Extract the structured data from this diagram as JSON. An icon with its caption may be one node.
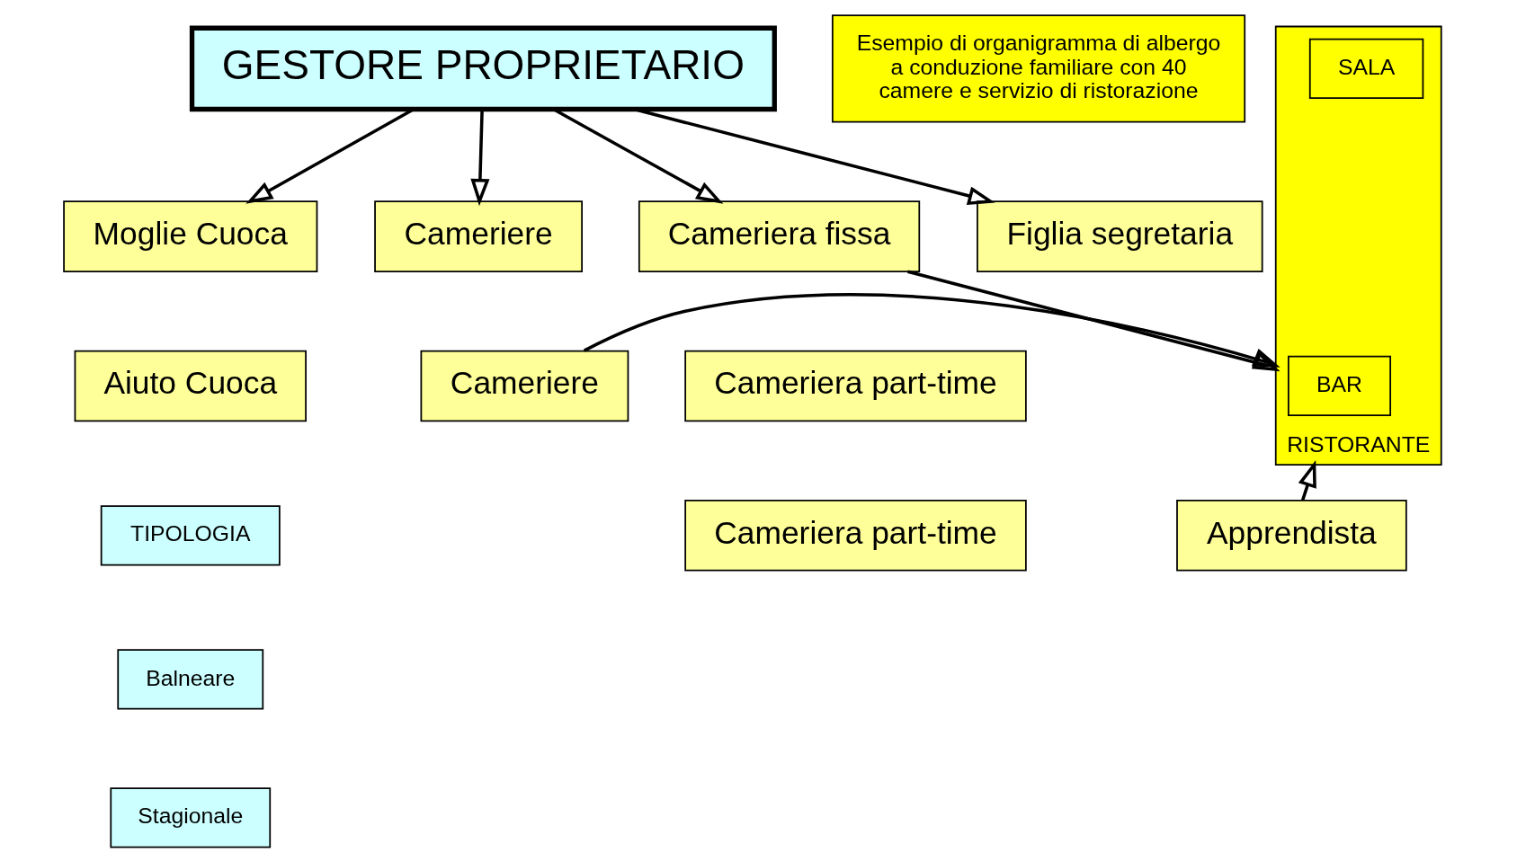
{
  "diagram": {
    "nodes": [
      {
        "text": [
          "GESTORE PROPRIETARIO"
        ]
      },
      {
        "text": [
          "Esempio di organigramma di albergo a conduzione familiare con 40 camere e servizio di ristorazione"
        ]
      },
      {
        "text": [
          "Moglie Cuoca"
        ]
      },
      {
        "text": [
          "Cameriere"
        ]
      },
      {
        "text": [
          "Figlia segretaria"
        ]
      },
      {
        "text": [
          "Cameriera fissa"
        ]
      },
      {
        "text": [
          "Aiuto Cuoca"
        ]
      },
      {
        "text": [
          "Cameriere"
        ]
      },
      {
        "text": [
          "RISTORANTE"
        ]
      },
      {
        "text": [
          "BAR"
        ],
        "in": 8
      },
      {
        "text": [
          "SALA"
        ],
        "in": 8
      },
      {
        "text": [
          "Cameriera part-time"
        ]
      },
      {
        "text": [
          "TIPOLOGIA"
        ]
      },
      {
        "text": [
          "Apprendista"
        ]
      },
      {
        "text": [
          "Cameriera part-time"
        ]
      },
      {
        "text": [
          "Balneare"
        ]
      },
      {
        "text": [
          "Stagionale"
        ]
      }
    ],
    "edges": [
      {
        "from": 0,
        "to": 2,
        "arrow": "to"
      },
      {
        "from": 0,
        "to": 3,
        "arrow": "to"
      },
      {
        "from": 0,
        "to": 4,
        "arrow": "to"
      },
      {
        "from": 0,
        "to": 5,
        "arrow": "to"
      },
      {
        "from": 5,
        "to": 8,
        "arrow": "to"
      },
      {
        "from": 7,
        "to": 8,
        "arrow": "to"
      },
      {
        "from": 13,
        "to": 8,
        "arrow": "to"
      }
    ]
  }
}
